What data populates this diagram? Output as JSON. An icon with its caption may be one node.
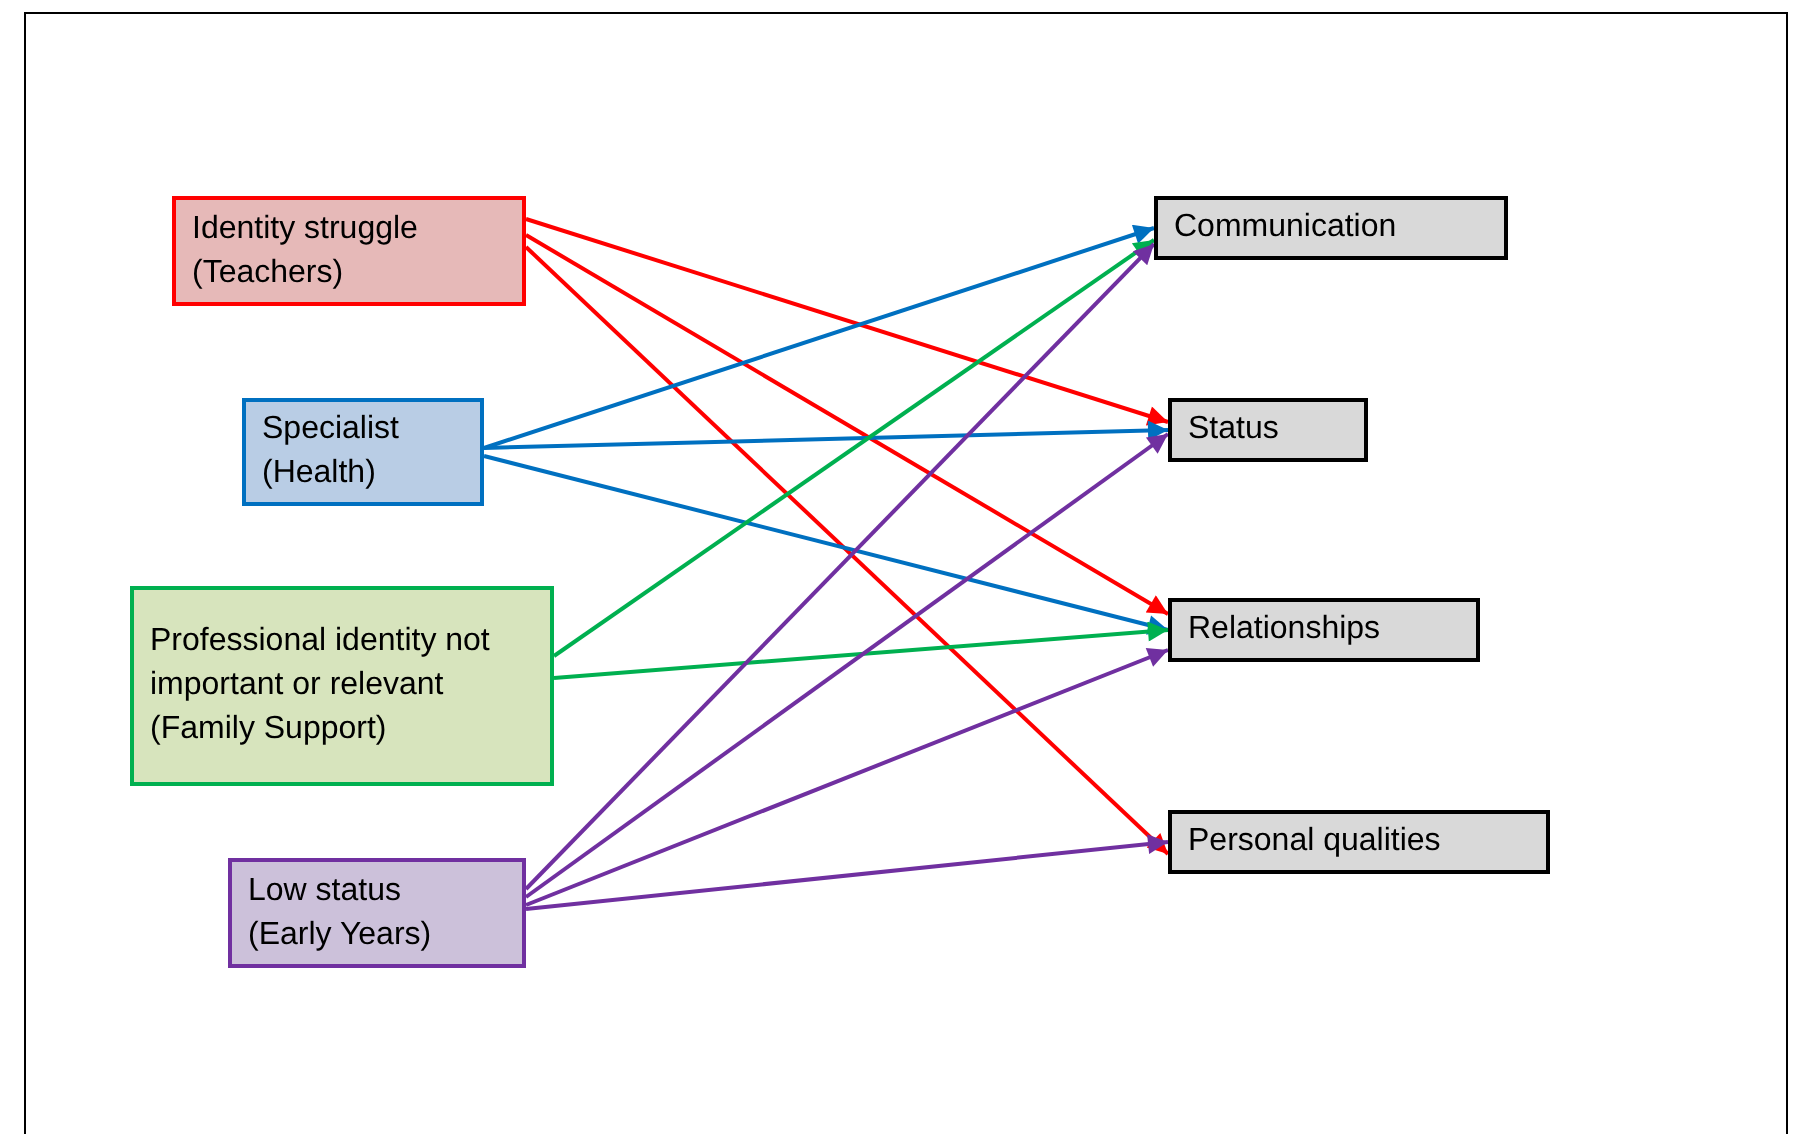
{
  "diagram": {
    "nodes": [
      {
        "text": [
          "Identity struggle",
          "(Teachers)"
        ]
      },
      {
        "text": [
          "Specialist",
          "(Health)"
        ]
      },
      {
        "text": [
          "Professional identity not important or relevant",
          "(Family Support)"
        ]
      },
      {
        "text": [
          "Low status",
          "(Early Years)"
        ]
      },
      {
        "text": [
          "Communication"
        ]
      },
      {
        "text": [
          "Status"
        ]
      },
      {
        "text": [
          "Relationships"
        ]
      },
      {
        "text": [
          "Personal qualities"
        ]
      }
    ],
    "edges": [
      {
        "from": 0,
        "to": 5,
        "arrow": "to",
        "color": "#ff0000"
      },
      {
        "from": 0,
        "to": 6,
        "arrow": "to",
        "color": "#ff0000"
      },
      {
        "from": 0,
        "to": 7,
        "arrow": "to",
        "color": "#ff0000"
      },
      {
        "from": 1,
        "to": 4,
        "arrow": "to",
        "color": "#0070c0"
      },
      {
        "from": 1,
        "to": 5,
        "arrow": "to",
        "color": "#0070c0"
      },
      {
        "from": 1,
        "to": 6,
        "arrow": "to",
        "color": "#0070c0"
      },
      {
        "from": 2,
        "to": 4,
        "arrow": "to",
        "color": "#00b050"
      },
      {
        "from": 2,
        "to": 6,
        "arrow": "to",
        "color": "#00b050"
      },
      {
        "from": 3,
        "to": 4,
        "arrow": "to",
        "color": "#7030a0"
      },
      {
        "from": 3,
        "to": 5,
        "arrow": "to",
        "color": "#7030a0"
      },
      {
        "from": 3,
        "to": 6,
        "arrow": "to",
        "color": "#7030a0"
      },
      {
        "from": 3,
        "to": 7,
        "arrow": "to",
        "color": "#7030a0"
      }
    ]
  }
}
